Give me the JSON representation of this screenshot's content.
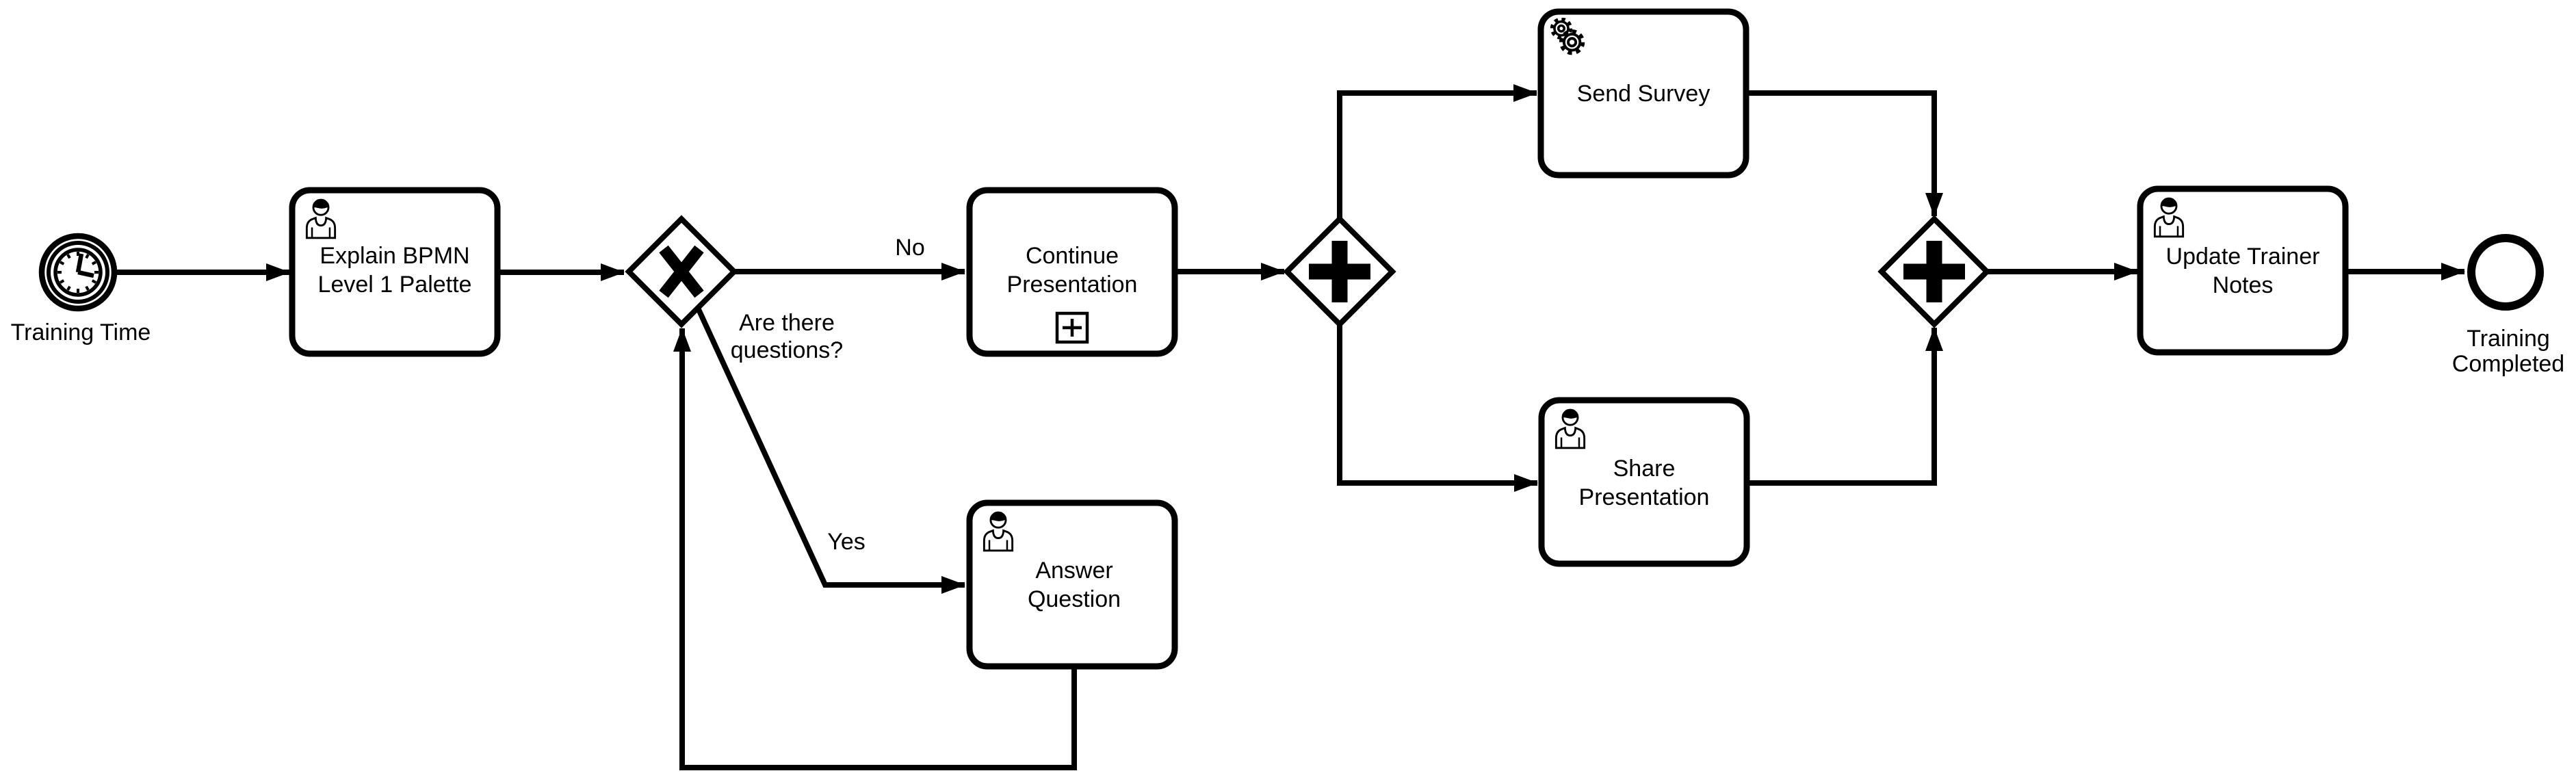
{
  "diagram": {
    "kind": "BPMN process diagram",
    "background_color": "#ffffff",
    "line_color": "#000000"
  },
  "start_event": {
    "type": "timer-start-event",
    "icon": "clock-icon",
    "label": "Training Time"
  },
  "tasks": {
    "explain": {
      "type": "user-task",
      "icon": "user-icon",
      "lines": [
        "Explain BPMN",
        "Level 1 Palette"
      ]
    },
    "continue_presentation": {
      "type": "collapsed-subprocess",
      "marker": "+",
      "lines": [
        "Continue",
        "Presentation"
      ]
    },
    "answer": {
      "type": "user-task",
      "icon": "user-icon",
      "lines": [
        "Answer",
        "Question"
      ]
    },
    "send_survey": {
      "type": "service-task",
      "icon": "gears-icon",
      "lines": [
        "Send Survey"
      ]
    },
    "share": {
      "type": "user-task",
      "icon": "user-icon",
      "lines": [
        "Share",
        "Presentation"
      ]
    },
    "update_notes": {
      "type": "user-task",
      "icon": "user-icon",
      "lines": [
        "Update Trainer",
        "Notes"
      ]
    }
  },
  "gateways": {
    "questions": {
      "type": "exclusive-gateway",
      "marker": "X",
      "label_lines": [
        "Are there",
        "questions?"
      ]
    },
    "split": {
      "type": "parallel-gateway",
      "marker": "+"
    },
    "join": {
      "type": "parallel-gateway",
      "marker": "+"
    }
  },
  "end_event": {
    "type": "end-event",
    "label_lines": [
      "Training",
      "Completed"
    ]
  },
  "edge_labels": {
    "no": "No",
    "yes": "Yes"
  }
}
